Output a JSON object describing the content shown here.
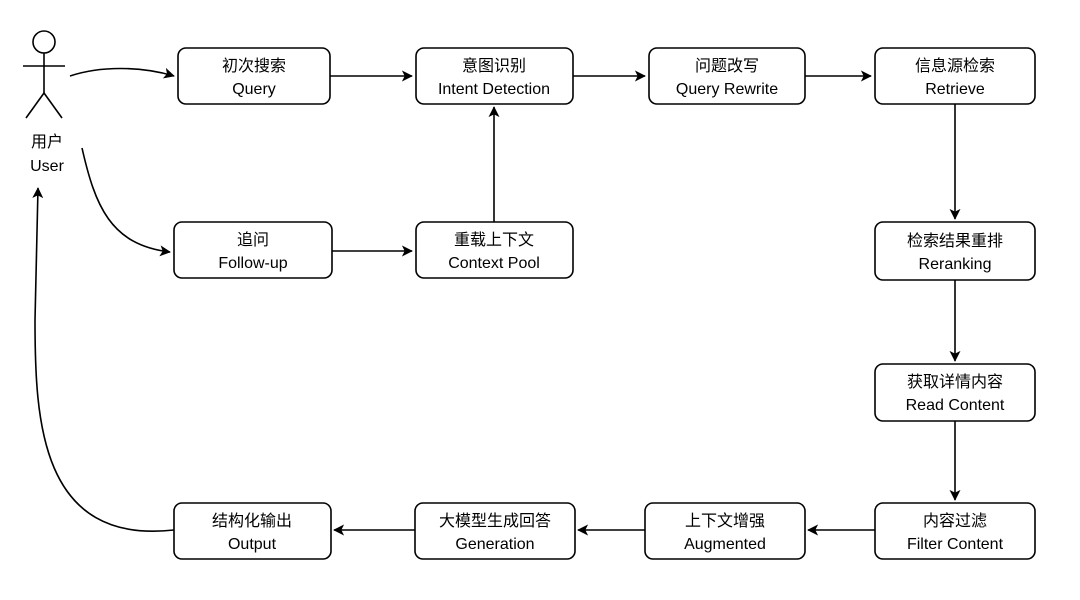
{
  "actor": {
    "label_zh": "用户",
    "label_en": "User"
  },
  "nodes": {
    "query": {
      "zh": "初次搜索",
      "en": "Query"
    },
    "intent": {
      "zh": "意图识别",
      "en": "Intent Detection"
    },
    "rewrite": {
      "zh": "问题改写",
      "en": "Query Rewrite"
    },
    "retrieve": {
      "zh": "信息源检索",
      "en": "Retrieve"
    },
    "followup": {
      "zh": "追问",
      "en": "Follow-up"
    },
    "context": {
      "zh": "重载上下文",
      "en": "Context Pool"
    },
    "rerank": {
      "zh": "检索结果重排",
      "en": "Reranking"
    },
    "read": {
      "zh": "获取详情内容",
      "en": "Read Content"
    },
    "filter": {
      "zh": "内容过滤",
      "en": "Filter Content"
    },
    "augmented": {
      "zh": "上下文增强",
      "en": "Augmented"
    },
    "generation": {
      "zh": "大模型生成回答",
      "en": "Generation"
    },
    "output": {
      "zh": "结构化输出",
      "en": "Output"
    }
  }
}
